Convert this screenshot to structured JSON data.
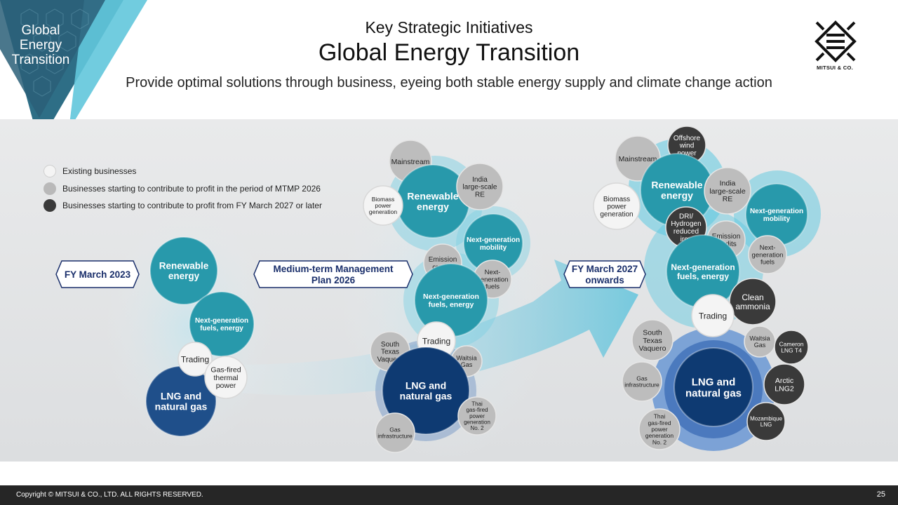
{
  "corner_title": "Global Energy Transition",
  "header": {
    "subtitle": "Key Strategic Initiatives",
    "title": "Global Energy Transition",
    "tagline": "Provide optimal solutions through business, eyeing both stable energy supply and climate change action"
  },
  "logo": {
    "text": "MITSUI & CO."
  },
  "legend": [
    {
      "label": "Existing businesses",
      "color": "#f4f4f4"
    },
    {
      "label": "Businesses starting to contribute to profit in the period of MTMP 2026",
      "color": "#b9b9b9"
    },
    {
      "label": "Businesses starting to contribute to profit from FY March 2027 or later",
      "color": "#3a3a3a"
    }
  ],
  "stages": {
    "s1": "FY March 2023",
    "s2": [
      "Medium-term Management",
      "Plan 2026"
    ],
    "s3": [
      "FY March 2027",
      "onwards"
    ]
  },
  "bubbles": {
    "p1_renewable": [
      "Renewable",
      "energy"
    ],
    "p1_nextgen": [
      "Next-generation",
      "fuels, energy"
    ],
    "p1_lng": [
      "LNG and",
      "natural gas"
    ],
    "p1_trading": [
      "Trading"
    ],
    "p1_gasfired": [
      "Gas-fired",
      "thermal",
      "power"
    ],
    "p2_mainstream": [
      "Mainstream"
    ],
    "p2_renewable": [
      "Renewable",
      "energy"
    ],
    "p2_india": [
      "India",
      "large-scale",
      "RE"
    ],
    "p2_biomass": [
      "Biomass",
      "power",
      "generation"
    ],
    "p2_mobility": [
      "Next-generation",
      "mobility"
    ],
    "p2_emission": [
      "Emission",
      "credits"
    ],
    "p2_nextfuels": [
      "Next-",
      "generation",
      "fuels"
    ],
    "p2_nextgen": [
      "Next-generation",
      "fuels, energy"
    ],
    "p2_trading": [
      "Trading"
    ],
    "p2_south": [
      "South",
      "Texas",
      "Vaquero"
    ],
    "p2_waitsia": [
      "Waitsia",
      "Gas"
    ],
    "p2_lng": [
      "LNG and",
      "natural gas"
    ],
    "p2_thai": [
      "Thai",
      "gas-fired",
      "power",
      "generation",
      "No. 2"
    ],
    "p2_gasinfra": [
      "Gas",
      "infrastructure"
    ],
    "p3_offshore": [
      "Offshore",
      "wind",
      "power"
    ],
    "p3_mainstream": [
      "Mainstream"
    ],
    "p3_renewable": [
      "Renewable",
      "energy"
    ],
    "p3_india": [
      "India",
      "large-scale",
      "RE"
    ],
    "p3_biomass": [
      "Biomass",
      "power",
      "generation"
    ],
    "p3_dri": [
      "DRI/",
      "Hydrogen",
      "reduced",
      "iron"
    ],
    "p3_emission": [
      "Emission",
      "credits"
    ],
    "p3_mobility": [
      "Next-generation",
      "mobility"
    ],
    "p3_nextfuels": [
      "Next-",
      "generation",
      "fuels"
    ],
    "p3_nextgen": [
      "Next-generation",
      "fuels, energy"
    ],
    "p3_ammonia": [
      "Clean",
      "ammonia"
    ],
    "p3_trading": [
      "Trading"
    ],
    "p3_south": [
      "South",
      "Texas",
      "Vaquero"
    ],
    "p3_waitsia": [
      "Waitsia",
      "Gas"
    ],
    "p3_cameron": [
      "Cameron",
      "LNG T4"
    ],
    "p3_gasinfra": [
      "Gas",
      "infrastructure"
    ],
    "p3_lng": [
      "LNG and",
      "natural gas"
    ],
    "p3_arctic": [
      "Arctic",
      "LNG2"
    ],
    "p3_thai": [
      "Thai",
      "gas-fired",
      "power",
      "generation",
      "No. 2"
    ],
    "p3_mozambique": [
      "Mozambique",
      "LNG"
    ]
  },
  "footer": {
    "copyright": "Copyright © MITSUI & CO., LTD. ALL RIGHTS RESERVED.",
    "page": "25"
  }
}
